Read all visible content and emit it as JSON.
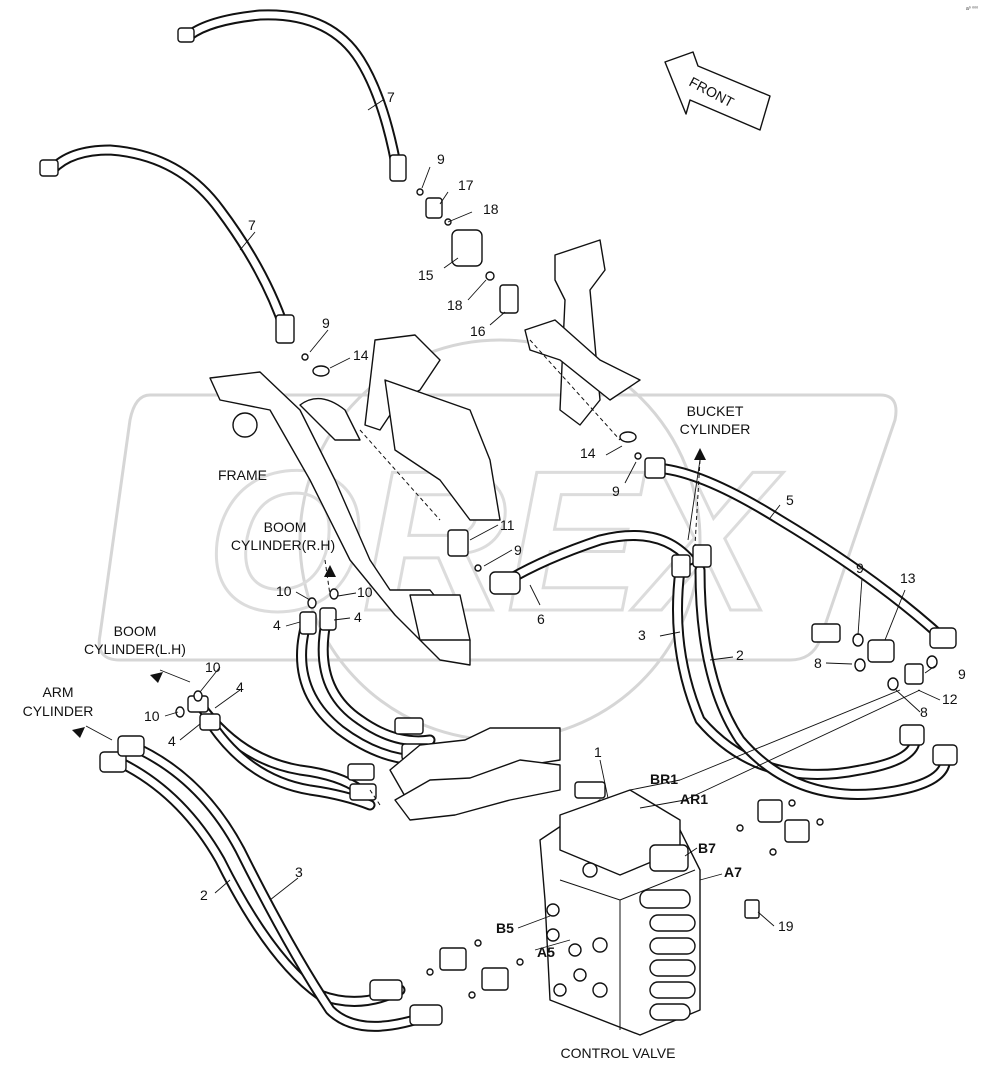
{
  "corner_mark": "a⁰ ⁰⁰⁰",
  "watermark": "OREX",
  "direction_arrow": "FRONT",
  "labels": {
    "frame": "FRAME",
    "boom_rh_1": "BOOM",
    "boom_rh_2": "CYLINDER(R.H)",
    "boom_lh_1": "BOOM",
    "boom_lh_2": "CYLINDER(L.H)",
    "arm_1": "ARM",
    "arm_2": "CYLINDER",
    "bucket_1": "BUCKET",
    "bucket_2": "CYLINDER",
    "control_valve": "CONTROL VALVE"
  },
  "ports": [
    "BR1",
    "AR1",
    "B7",
    "A7",
    "B5",
    "A5"
  ],
  "callouts": {
    "c7a": "7",
    "c7b": "7",
    "c9a": "9",
    "c9b": "9",
    "c9c": "9",
    "c9d": "9",
    "c9e": "9",
    "c9f": "9",
    "c17": "17",
    "c18a": "18",
    "c18b": "18",
    "c15": "15",
    "c16": "16",
    "c14a": "14",
    "c14b": "14",
    "c11": "11",
    "c6": "6",
    "c5": "5",
    "c13": "13",
    "c10a": "10",
    "c10b": "10",
    "c10c": "10",
    "c10d": "10",
    "c4a": "4",
    "c4b": "4",
    "c4c": "4",
    "c4d": "4",
    "c3a": "3",
    "c3b": "3",
    "c2a": "2",
    "c2b": "2",
    "c8a": "8",
    "c8b": "8",
    "c12": "12",
    "c1": "1",
    "c19": "19"
  }
}
